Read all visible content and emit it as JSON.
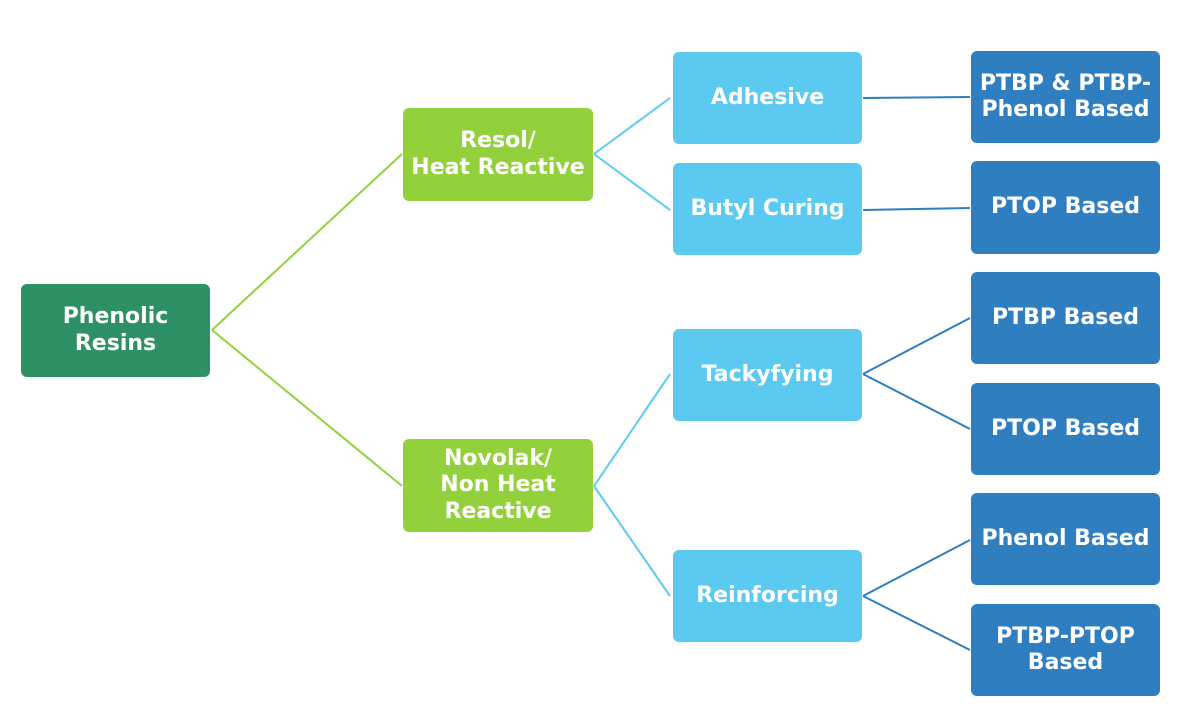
{
  "colors": {
    "root_fill": "#2e9165",
    "level1_fill": "#92d13c",
    "level2_fill": "#5ccaf0",
    "level3_fill": "#2e7ec0",
    "level1_line": "#92d13c",
    "level2_line": "#5ccaf0",
    "level3_line": "#2e7ec0"
  },
  "tree": {
    "root": "Phenolic Resins",
    "resol": "Resol/\nHeat Reactive",
    "novolak": "Novolak/\nNon Heat\nReactive",
    "adhesive": "Adhesive",
    "butyl_curing": "Butyl Curing",
    "tackyfying": "Tackyfying",
    "reinforcing": "Reinforcing",
    "ptbp_phenol": "PTBP & PTBP-\nPhenol Based",
    "ptop_based_1": "PTOP Based",
    "ptbp_based": "PTBP Based",
    "ptop_based_2": "PTOP  Based",
    "phenol_based": "Phenol Based",
    "ptbp_ptop": "PTBP-PTOP\nBased"
  }
}
